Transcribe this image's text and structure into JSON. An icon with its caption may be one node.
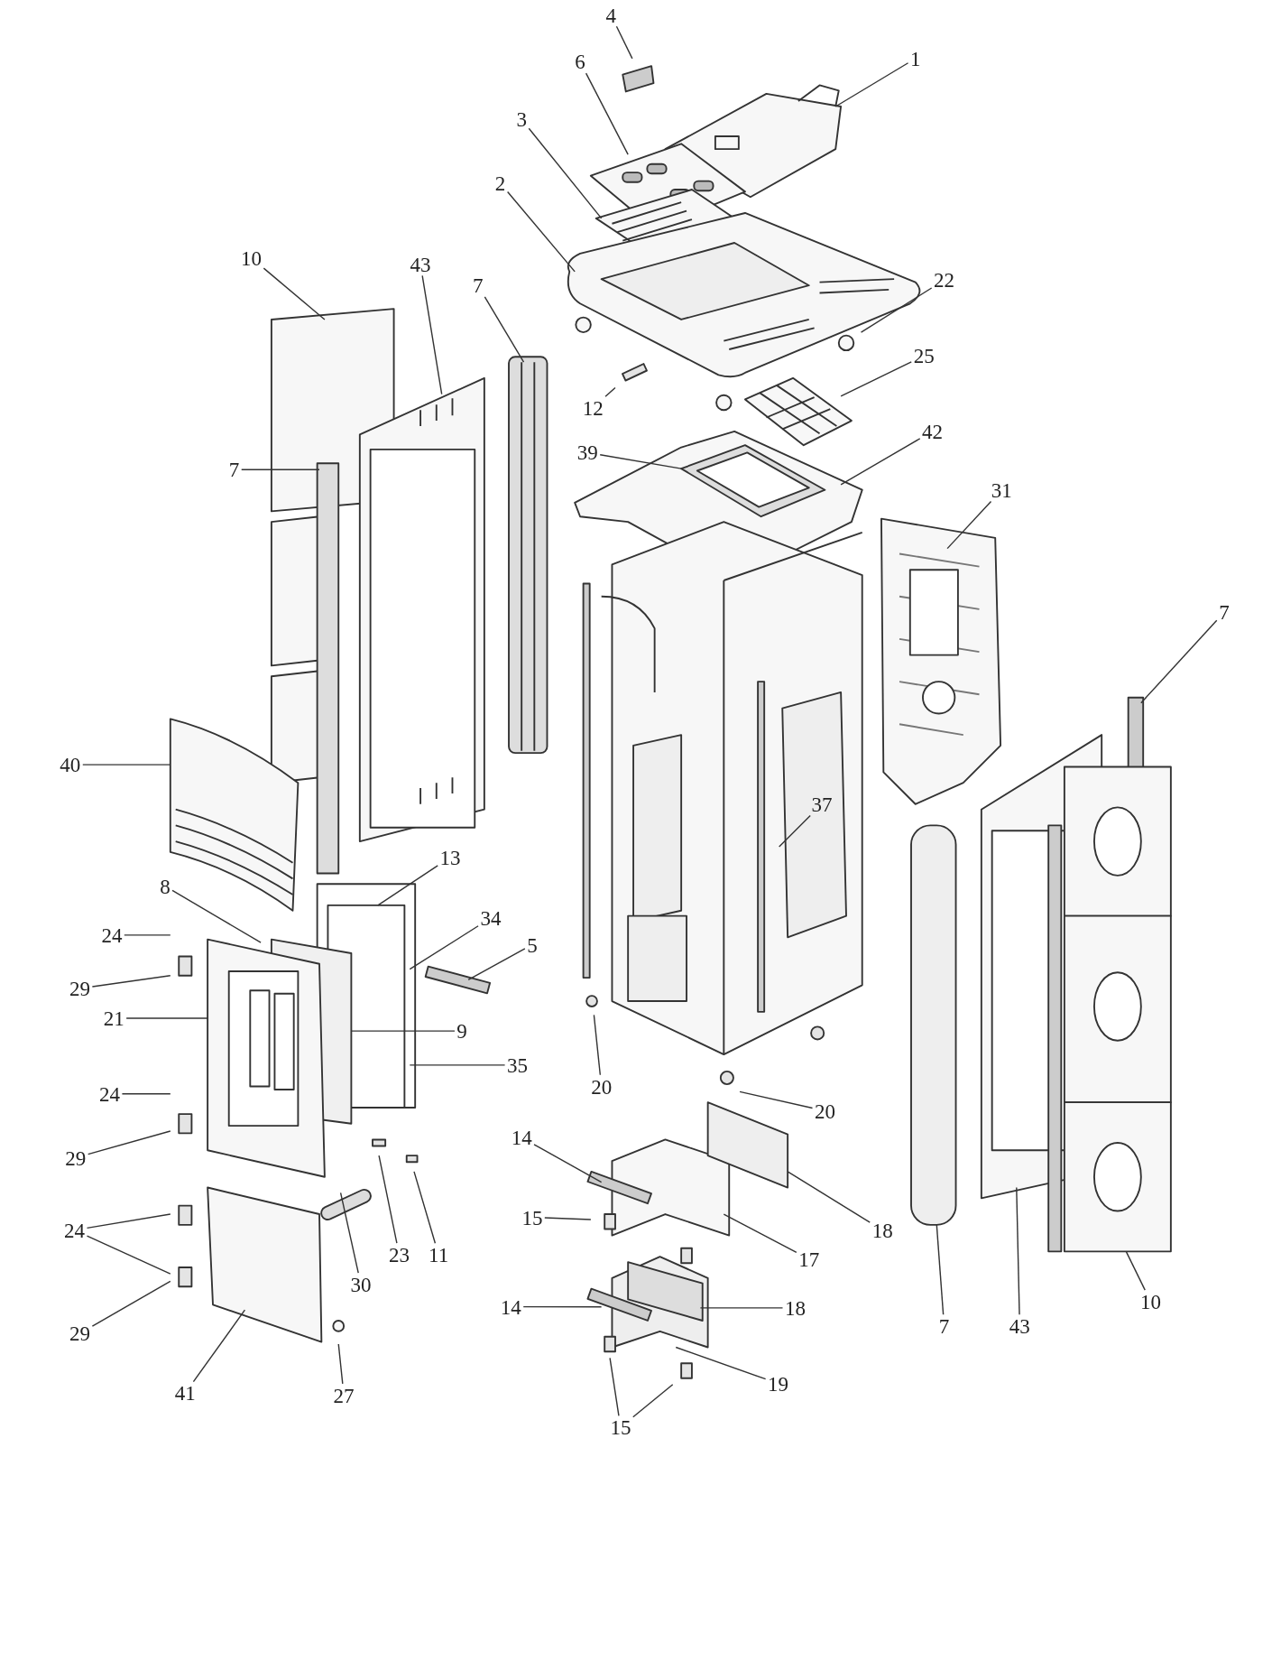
{
  "diagram": {
    "nodes": [
      {
        "text": [
          "1"
        ]
      },
      {
        "text": [
          "4"
        ]
      },
      {
        "text": [
          "6"
        ]
      },
      {
        "text": [
          "3"
        ]
      },
      {
        "text": [
          "2"
        ]
      },
      {
        "text": [
          "10"
        ]
      },
      {
        "text": [
          "43"
        ]
      },
      {
        "text": [
          "22"
        ]
      },
      {
        "text": [
          "7"
        ]
      },
      {
        "text": [
          "25"
        ]
      },
      {
        "text": [
          "12"
        ]
      },
      {
        "text": [
          "42"
        ]
      },
      {
        "text": [
          "39"
        ]
      },
      {
        "text": [
          "7"
        ]
      },
      {
        "text": [
          "31"
        ]
      },
      {
        "text": [
          "7"
        ]
      },
      {
        "text": [
          "40"
        ]
      },
      {
        "text": [
          "37"
        ]
      },
      {
        "text": [
          "13"
        ]
      },
      {
        "text": [
          "8"
        ]
      },
      {
        "text": [
          "34"
        ]
      },
      {
        "text": [
          "24"
        ]
      },
      {
        "text": [
          "5"
        ]
      },
      {
        "text": [
          "29"
        ]
      },
      {
        "text": [
          "21"
        ]
      },
      {
        "text": [
          "9"
        ]
      },
      {
        "text": [
          "35"
        ]
      },
      {
        "text": [
          "20"
        ]
      },
      {
        "text": [
          "24"
        ]
      },
      {
        "text": [
          "20"
        ]
      },
      {
        "text": [
          "14"
        ]
      },
      {
        "text": [
          "29"
        ]
      },
      {
        "text": [
          "15"
        ]
      },
      {
        "text": [
          "24"
        ]
      },
      {
        "text": [
          "18"
        ]
      },
      {
        "text": [
          "23"
        ]
      },
      {
        "text": [
          "11"
        ]
      },
      {
        "text": [
          "17"
        ]
      },
      {
        "text": [
          "30"
        ]
      },
      {
        "text": [
          "18"
        ]
      },
      {
        "text": [
          "14"
        ]
      },
      {
        "text": [
          "10"
        ]
      },
      {
        "text": [
          "7"
        ]
      },
      {
        "text": [
          "43"
        ]
      },
      {
        "text": [
          "29"
        ]
      },
      {
        "text": [
          "19"
        ]
      },
      {
        "text": [
          "41"
        ]
      },
      {
        "text": [
          "27"
        ]
      },
      {
        "text": [
          "15"
        ]
      }
    ],
    "edges": [
      {
        "from": 0,
        "to": null,
        "arrow": "none"
      },
      {
        "from": 1,
        "to": null,
        "arrow": "none"
      },
      {
        "from": 2,
        "to": null,
        "arrow": "none"
      },
      {
        "from": 3,
        "to": null,
        "arrow": "none"
      },
      {
        "from": 4,
        "to": null,
        "arrow": "none"
      },
      {
        "from": 5,
        "to": null,
        "arrow": "none"
      },
      {
        "from": 6,
        "to": null,
        "arrow": "none"
      },
      {
        "from": 7,
        "to": null,
        "arrow": "none"
      },
      {
        "from": 8,
        "to": null,
        "arrow": "none"
      },
      {
        "from": 9,
        "to": null,
        "arrow": "none"
      },
      {
        "from": 10,
        "to": null,
        "arrow": "none"
      },
      {
        "from": 11,
        "to": null,
        "arrow": "none"
      },
      {
        "from": 12,
        "to": null,
        "arrow": "none"
      },
      {
        "from": 13,
        "to": null,
        "arrow": "none"
      },
      {
        "from": 14,
        "to": null,
        "arrow": "none"
      },
      {
        "from": 15,
        "to": null,
        "arrow": "none"
      },
      {
        "from": 16,
        "to": null,
        "arrow": "none"
      },
      {
        "from": 17,
        "to": null,
        "arrow": "none"
      },
      {
        "from": 18,
        "to": null,
        "arrow": "none"
      },
      {
        "from": 19,
        "to": null,
        "arrow": "none"
      },
      {
        "from": 20,
        "to": null,
        "arrow": "none"
      },
      {
        "from": 21,
        "to": null,
        "arrow": "none"
      },
      {
        "from": 22,
        "to": null,
        "arrow": "none"
      },
      {
        "from": 23,
        "to": null,
        "arrow": "none"
      },
      {
        "from": 24,
        "to": null,
        "arrow": "none"
      },
      {
        "from": 25,
        "to": null,
        "arrow": "none"
      },
      {
        "from": 26,
        "to": null,
        "arrow": "none"
      },
      {
        "from": 27,
        "to": null,
        "arrow": "none"
      },
      {
        "from": 28,
        "to": null,
        "arrow": "none"
      },
      {
        "from": 29,
        "to": null,
        "arrow": "none"
      },
      {
        "from": 30,
        "to": null,
        "arrow": "none"
      },
      {
        "from": 31,
        "to": null,
        "arrow": "none"
      },
      {
        "from": 32,
        "to": null,
        "arrow": "none"
      },
      {
        "from": 33,
        "to": null,
        "arrow": "none"
      },
      {
        "from": 33,
        "to": null,
        "arrow": "none"
      },
      {
        "from": 34,
        "to": null,
        "arrow": "none"
      },
      {
        "from": 35,
        "to": null,
        "arrow": "none"
      },
      {
        "from": 36,
        "to": null,
        "arrow": "none"
      },
      {
        "from": 37,
        "to": null,
        "arrow": "none"
      },
      {
        "from": 38,
        "to": null,
        "arrow": "none"
      },
      {
        "from": 39,
        "to": null,
        "arrow": "none"
      },
      {
        "from": 40,
        "to": null,
        "arrow": "none"
      },
      {
        "from": 41,
        "to": null,
        "arrow": "none"
      },
      {
        "from": 42,
        "to": null,
        "arrow": "none"
      },
      {
        "from": 43,
        "to": null,
        "arrow": "none"
      },
      {
        "from": 44,
        "to": null,
        "arrow": "none"
      },
      {
        "from": 45,
        "to": null,
        "arrow": "none"
      },
      {
        "from": 46,
        "to": null,
        "arrow": "none"
      },
      {
        "from": 47,
        "to": null,
        "arrow": "none"
      },
      {
        "from": 48,
        "to": null,
        "arrow": "none"
      },
      {
        "from": 48,
        "to": null,
        "arrow": "none"
      }
    ]
  }
}
